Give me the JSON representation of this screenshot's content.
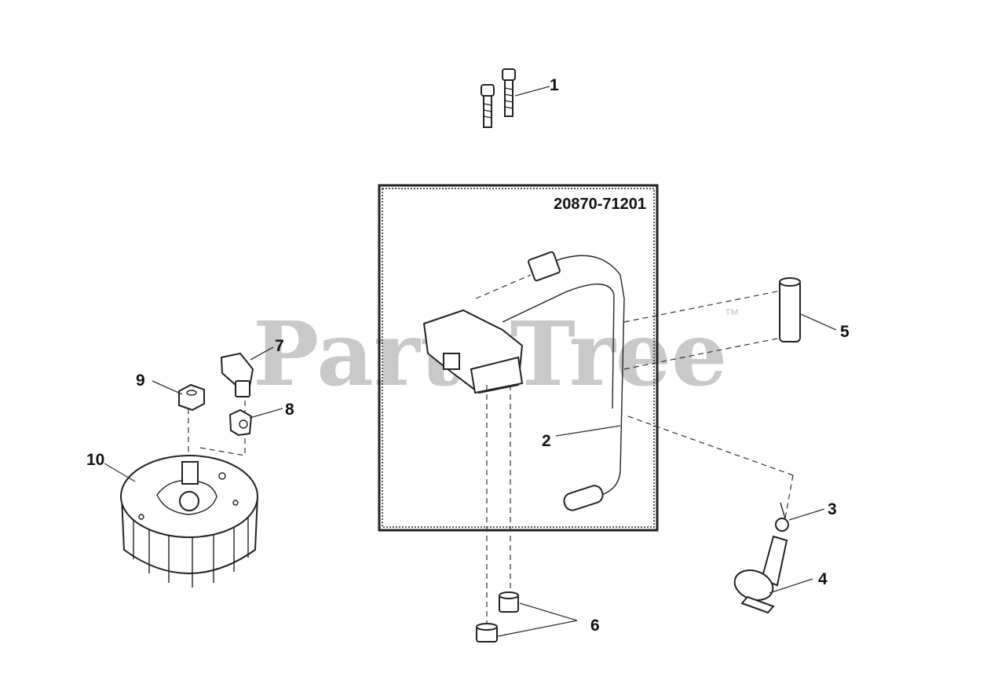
{
  "watermark": {
    "text": "PartsTree",
    "trademark": "™"
  },
  "kit_number": "20870-71201",
  "callouts": [
    "1",
    "2",
    "3",
    "4",
    "5",
    "6",
    "7",
    "8",
    "9",
    "10"
  ]
}
